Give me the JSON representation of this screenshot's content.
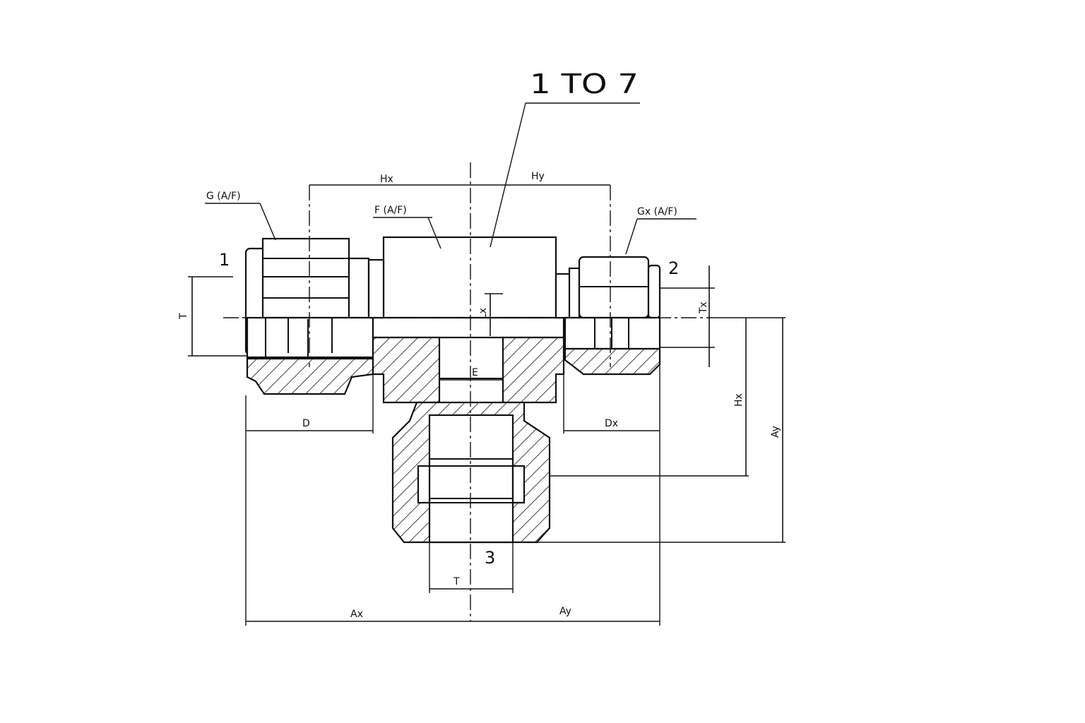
{
  "callout": {
    "parts": "1 TO 7"
  },
  "ports": {
    "p1": "1",
    "p2": "2",
    "p3": "3"
  },
  "labels": {
    "G": "G (A/F)",
    "F": "F (A/F)",
    "Gx": "Gx (A/F)",
    "Hx_top": "Hx",
    "Hy": "Hy",
    "T_left": "T",
    "Lx": "Lx",
    "Tx": "Tx",
    "E": "E",
    "D": "D",
    "Dx": "Dx",
    "Hx_side": "Hx",
    "Ay_side": "Ay",
    "T_bottom": "T",
    "Ax": "Ax",
    "Ay_bottom": "Ay"
  }
}
